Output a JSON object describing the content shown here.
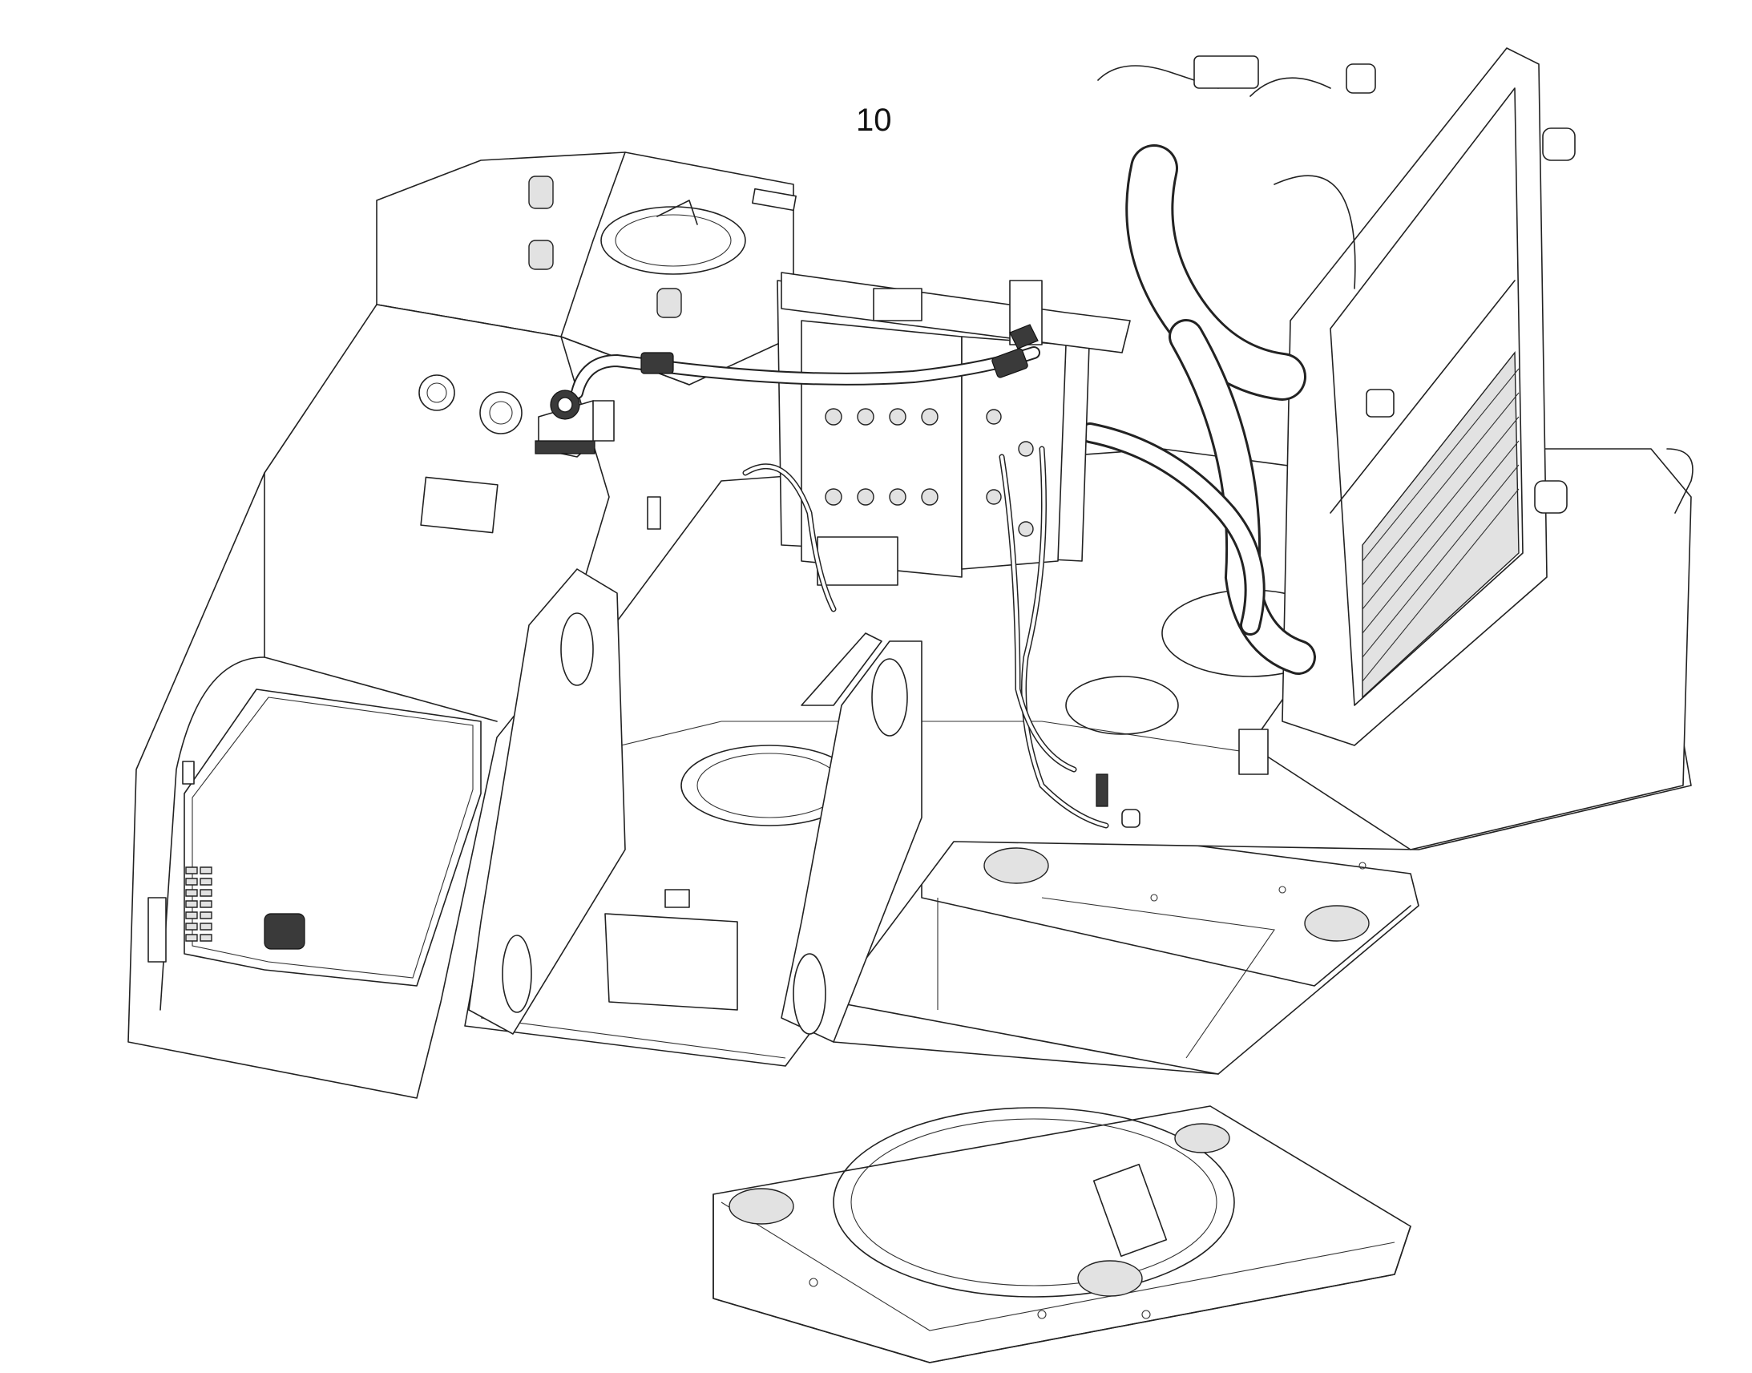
{
  "callout": {
    "label": "10"
  },
  "icons": {
    "machine_frame": "excavator-upper-frame-drawing",
    "highlighted_part": "hydraulic-hose-assembly"
  }
}
